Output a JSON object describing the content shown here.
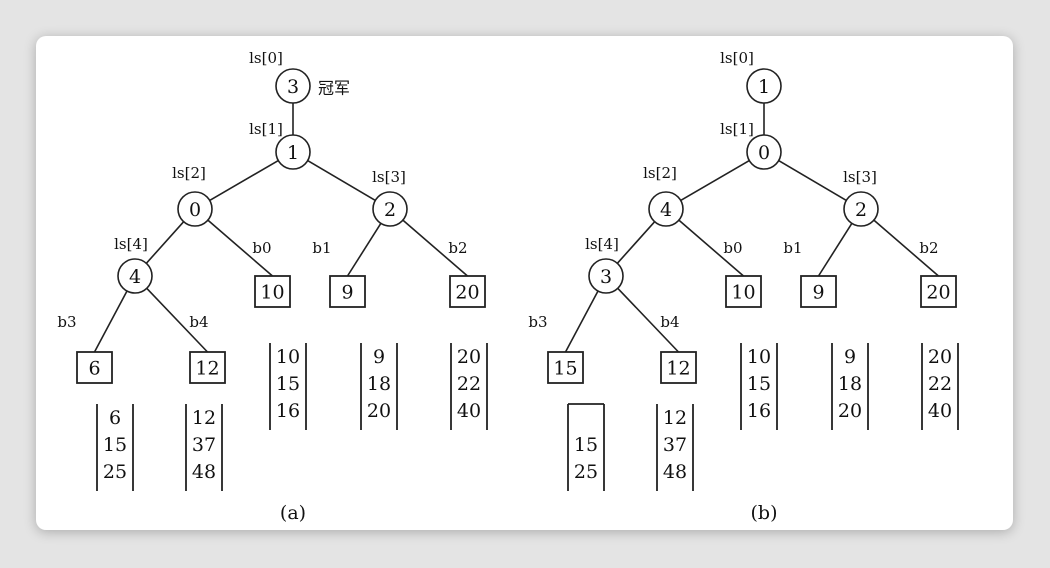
{
  "panels": [
    {
      "caption": "(a)",
      "champion_label": "冠军",
      "ls": [
        {
          "label": "ls[0]",
          "value": "3"
        },
        {
          "label": "ls[1]",
          "value": "1"
        },
        {
          "label": "ls[2]",
          "value": "0"
        },
        {
          "label": "ls[3]",
          "value": "2"
        },
        {
          "label": "ls[4]",
          "value": "4"
        }
      ],
      "buffers": [
        {
          "label": "b0",
          "value": "10",
          "run": [
            "10",
            "15",
            "16"
          ]
        },
        {
          "label": "b1",
          "value": "9",
          "run": [
            "9",
            "18",
            "20"
          ]
        },
        {
          "label": "b2",
          "value": "20",
          "run": [
            "20",
            "22",
            "40"
          ]
        },
        {
          "label": "b3",
          "value": "6",
          "run": [
            "6",
            "15",
            "25"
          ]
        },
        {
          "label": "b4",
          "value": "12",
          "run": [
            "12",
            "37",
            "48"
          ]
        }
      ]
    },
    {
      "caption": "(b)",
      "champion_label": "",
      "ls": [
        {
          "label": "ls[0]",
          "value": "1"
        },
        {
          "label": "ls[1]",
          "value": "0"
        },
        {
          "label": "ls[2]",
          "value": "4"
        },
        {
          "label": "ls[3]",
          "value": "2"
        },
        {
          "label": "ls[4]",
          "value": "3"
        }
      ],
      "buffers": [
        {
          "label": "b0",
          "value": "10",
          "run": [
            "10",
            "15",
            "16"
          ]
        },
        {
          "label": "b1",
          "value": "9",
          "run": [
            "9",
            "18",
            "20"
          ]
        },
        {
          "label": "b2",
          "value": "20",
          "run": [
            "20",
            "22",
            "40"
          ]
        },
        {
          "label": "b3",
          "value": "15",
          "run": [
            "",
            "15",
            "25"
          ]
        },
        {
          "label": "b4",
          "value": "12",
          "run": [
            "12",
            "37",
            "48"
          ]
        }
      ]
    }
  ]
}
